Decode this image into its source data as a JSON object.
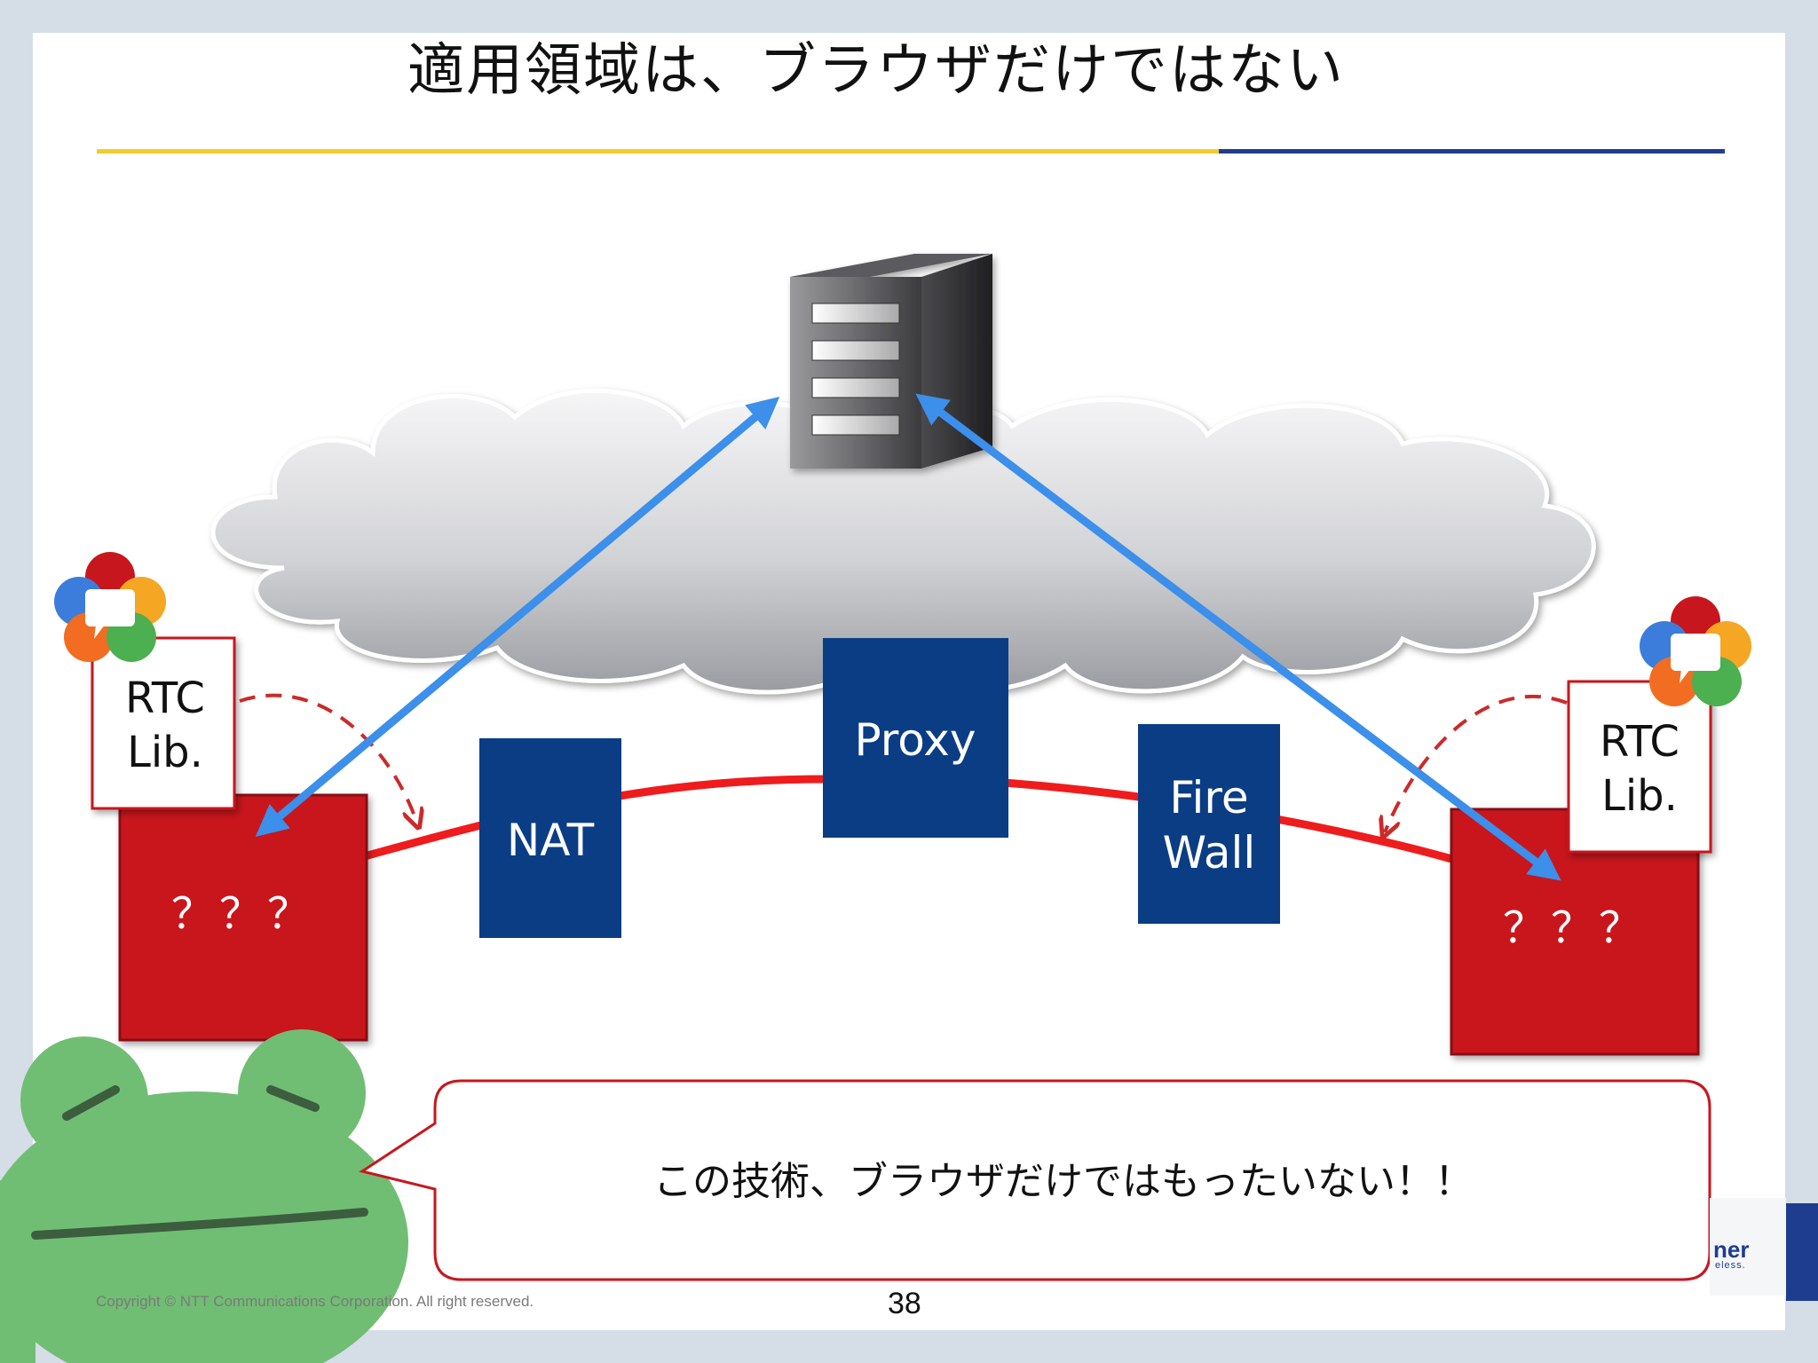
{
  "slide": {
    "title": "適用領域は、ブラウザだけではない",
    "page_number": "38",
    "copyright": "Copyright © NTT Communications Corporation. All right reserved.",
    "logo_fragment": "ner",
    "logo_fragment_sub": "eless."
  },
  "diagram": {
    "left_lib_label_line1": "RTC",
    "left_lib_label_line2": "Lib.",
    "right_lib_label_line1": "RTC",
    "right_lib_label_line2": "Lib.",
    "left_device_label": "？？？",
    "right_device_label": "？？？",
    "nat_label": "NAT",
    "proxy_label": "Proxy",
    "firewall_label_line1": "Fire",
    "firewall_label_line2": "Wall"
  },
  "callout": {
    "text": "この技術、ブラウザだけではもったいない！！"
  },
  "colors": {
    "accent_blue": "#0b3d85",
    "device_red": "#c8161e",
    "arrow_blue": "#3c8fea",
    "arrow_red": "#ee1c1c",
    "rule_yellow": "#f2cc2e",
    "rule_navy": "#1e3d8f",
    "frog_green": "#70be74"
  },
  "icons": {
    "server": "server-icon",
    "cloud": "cloud-icon",
    "webrtc_logo": "webrtc-logo-icon",
    "frog": "frog-mascot"
  }
}
